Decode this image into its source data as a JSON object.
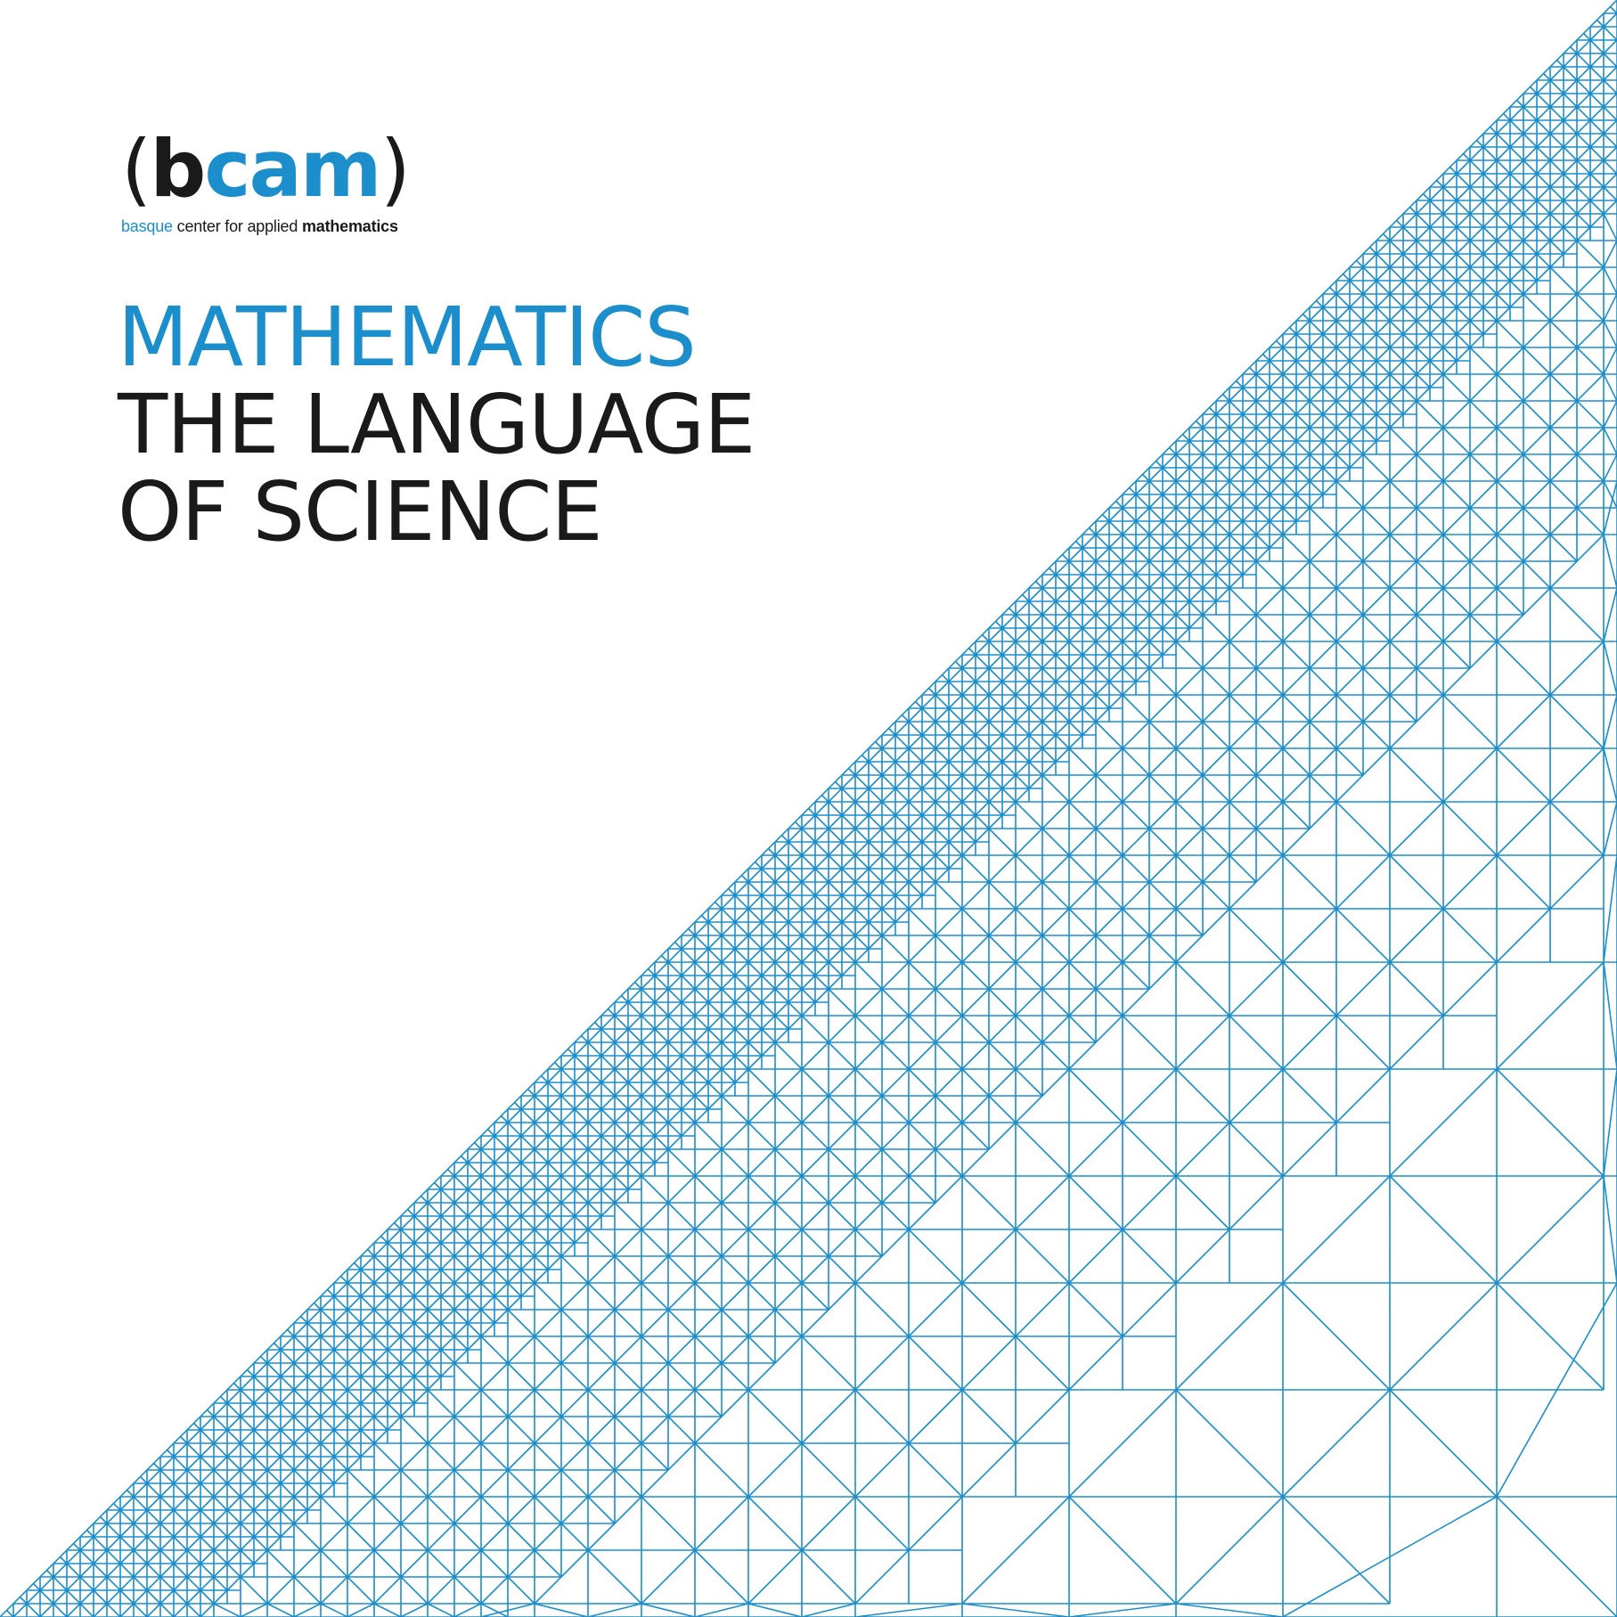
{
  "colors": {
    "accent": "#1b8ecb",
    "dark": "#1a1a1a",
    "background": "#ffffff"
  },
  "logo": {
    "bracket_open": "(",
    "letter_b": "b",
    "letters_cam": "cam",
    "bracket_close": ")",
    "tagline_part1": "basque",
    "tagline_part2": " center for applied ",
    "tagline_part3": "mathematics"
  },
  "headline": {
    "line1": "MATHEMATICS",
    "line2": "THE LANGUAGE",
    "line3": "OF SCIENCE"
  }
}
